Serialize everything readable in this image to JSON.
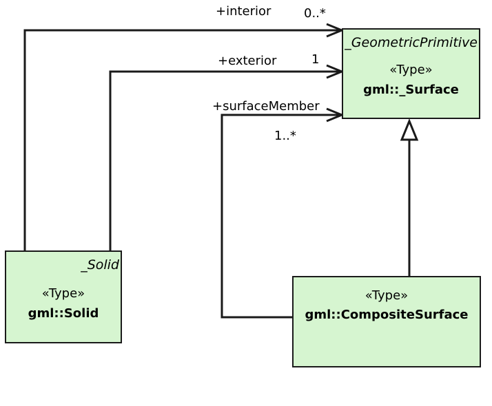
{
  "colors": {
    "box_fill": "#d6f5d0",
    "line": "#1a1a1a"
  },
  "classes": {
    "surface": {
      "abstract_name": "_GeometricPrimitive",
      "stereotype": "«Type»",
      "name": "gml::_Surface"
    },
    "solid": {
      "abstract_name": "_Solid",
      "stereotype": "«Type»",
      "name": "gml::Solid"
    },
    "composite_surface": {
      "stereotype": "«Type»",
      "name": "gml::CompositeSurface"
    }
  },
  "associations": {
    "interior": {
      "role": "+interior",
      "multiplicity": "0..*"
    },
    "exterior": {
      "role": "+exterior",
      "multiplicity": "1"
    },
    "surface_member": {
      "role": "+surfaceMember",
      "multiplicity": "1..*"
    }
  }
}
